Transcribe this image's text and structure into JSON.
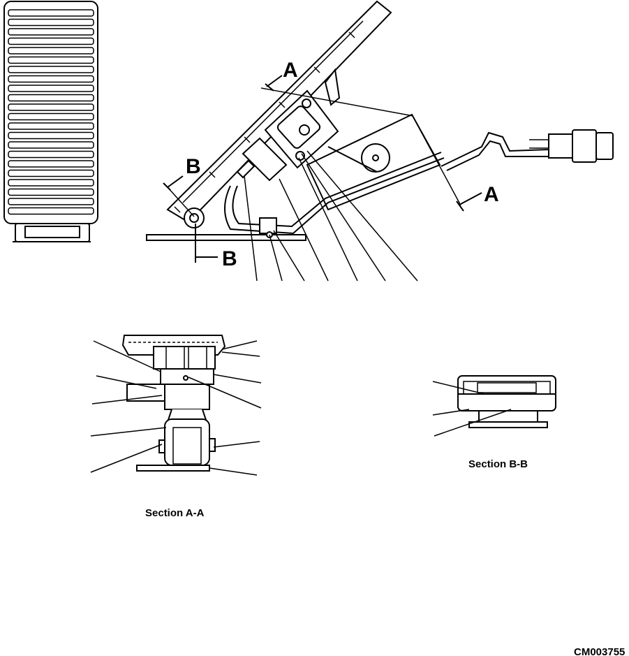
{
  "labels": {
    "section_aa": "Section A-A",
    "section_bb": "Section B-B",
    "cut_a_top": "A",
    "cut_a_right": "A",
    "cut_b_top": "B",
    "cut_b_bottom": "B",
    "code": "CM003755"
  }
}
